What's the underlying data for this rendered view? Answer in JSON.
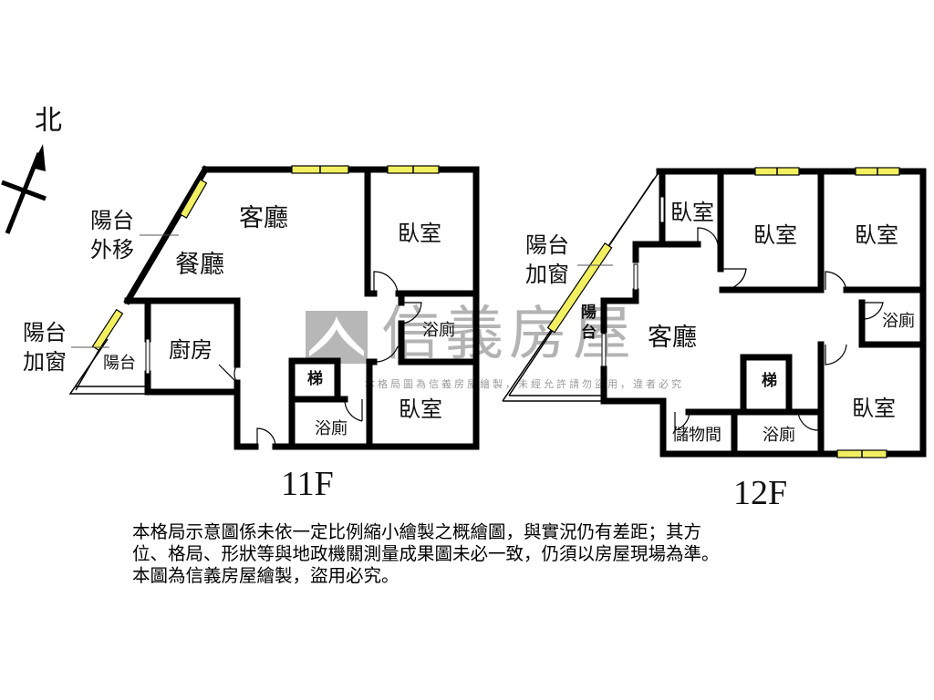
{
  "compass": {
    "label": "北"
  },
  "watermark": {
    "brand": "信義房屋",
    "note": "本格局圖為信義房屋繪製，未經允許請勿盜用，違者必究"
  },
  "floor_11F": {
    "floor_label": "11F",
    "annotations": {
      "balcony_shift": "陽台\n外移",
      "balcony_window": "陽台\n加窗"
    },
    "rooms": {
      "living_room": "客廳",
      "dining_room": "餐廳",
      "bedroom_1": "臥室",
      "bedroom_2": "臥室",
      "bathroom_1": "浴廁",
      "bathroom_2": "浴廁",
      "kitchen": "廚房",
      "balcony": "陽台",
      "stairs": "梯"
    }
  },
  "floor_12F": {
    "floor_label": "12F",
    "annotations": {
      "balcony_window": "陽台\n加窗"
    },
    "rooms": {
      "bedroom_small": "臥室",
      "bedroom_2": "臥室",
      "bedroom_3": "臥室",
      "bedroom_4": "臥室",
      "bathroom_1": "浴廁",
      "bathroom_2": "浴廁",
      "living_room": "客廳",
      "balcony": "陽\n台",
      "storage": "儲物間",
      "stairs": "梯"
    }
  },
  "disclaimer": {
    "text": "本格局示意圖係未依一定比例縮小繪製之概繪圖，與實況仍有差距；其方\n位、格局、形狀等與地政機關測量成果圖未必一致，仍須以房屋現場為準。\n本圖為信義房屋繪製，盜用必究。"
  },
  "colors": {
    "wall": "#000000",
    "window_fill": "#f2f060",
    "watermark": "#9a9a9a",
    "background": "#ffffff"
  }
}
